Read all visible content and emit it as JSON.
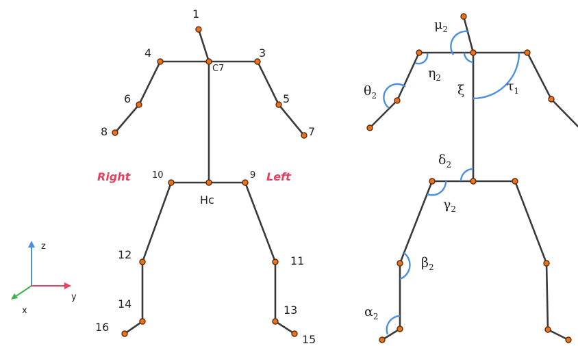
{
  "diagram": {
    "joints": {
      "head": "1",
      "c7_label": "C7",
      "shoulder_right": "4",
      "shoulder_left": "3",
      "elbow_right": "6",
      "elbow_left": "5",
      "hand_right": "8",
      "hand_left": "7",
      "hip_right": "10",
      "hip_left": "9",
      "hc_label": "Hc",
      "knee_right": "12",
      "knee_left": "11",
      "ankle_right": "14",
      "ankle_left": "13",
      "foot_right": "16",
      "foot_left": "15"
    },
    "sides": {
      "right": "Right",
      "left": "Left"
    },
    "axes": {
      "z": "z",
      "y": "y",
      "x": "x"
    },
    "angles": {
      "mu": {
        "sym": "μ",
        "sub": "2"
      },
      "eta": {
        "sym": "η",
        "sub": "2"
      },
      "theta": {
        "sym": "θ",
        "sub": "2"
      },
      "xi": {
        "sym": "ξ",
        "sub": ""
      },
      "tau": {
        "sym": "τ",
        "sub": "1"
      },
      "delta": {
        "sym": "δ",
        "sub": "2"
      },
      "gamma": {
        "sym": "γ",
        "sub": "2"
      },
      "beta": {
        "sym": "β",
        "sub": "2"
      },
      "alpha": {
        "sym": "α",
        "sub": "2"
      }
    },
    "colors": {
      "bone": "#3a3a3a",
      "joint": "#e8731c",
      "arc": "#4a8fe0",
      "side_text": "#e8415f",
      "axis_z": "#4a8fe0",
      "axis_y": "#e8415f",
      "axis_x": "#3cb04a"
    }
  }
}
